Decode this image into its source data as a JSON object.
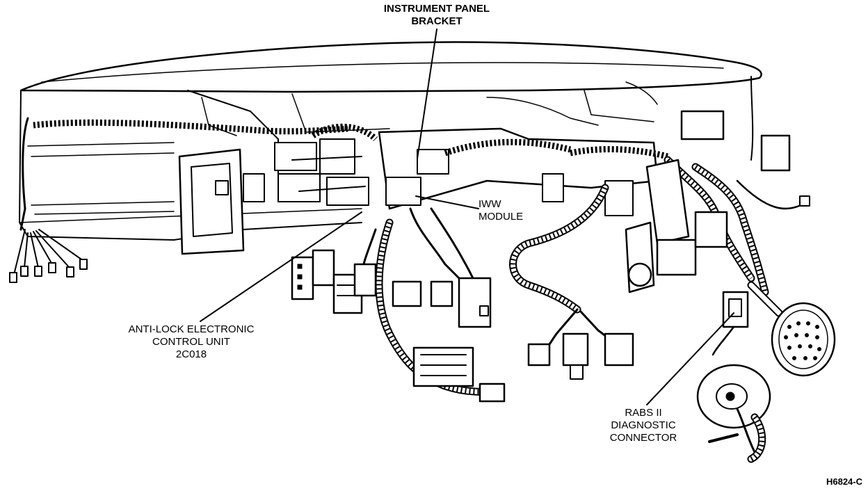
{
  "callouts": {
    "instrument_panel_bracket": {
      "line1": "INSTRUMENT PANEL",
      "line2": "BRACKET"
    },
    "iww_module": {
      "line1": "IWW",
      "line2": "MODULE"
    },
    "anti_lock_ecu": {
      "line1": "ANTI-LOCK ELECTRONIC",
      "line2": "CONTROL UNIT",
      "line3": "2C018"
    },
    "rabs_connector": {
      "line1": "RABS II",
      "line2": "DIAGNOSTIC",
      "line3": "CONNECTOR"
    }
  },
  "figure_code": "H6824-C"
}
